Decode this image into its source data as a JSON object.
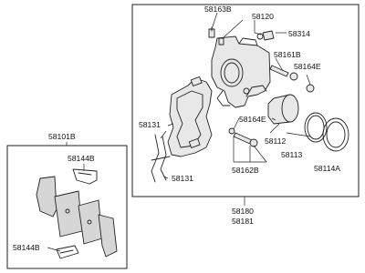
{
  "callouts": {
    "c58163B": "58163B",
    "c58120": "58120",
    "c58314": "58314",
    "c58161B": "58161B",
    "c58164E_top": "58164E",
    "c58131_top": "58131",
    "c58164E_mid": "58164E",
    "c58112": "58112",
    "c58113": "58113",
    "c58114A": "58114A",
    "c58131_bot": "58131",
    "c58162B": "58162B",
    "c58101B": "58101B",
    "c58144B_top": "58144B",
    "c58144B_bot": "58144B",
    "c58180": "58180",
    "c58181": "58181"
  }
}
